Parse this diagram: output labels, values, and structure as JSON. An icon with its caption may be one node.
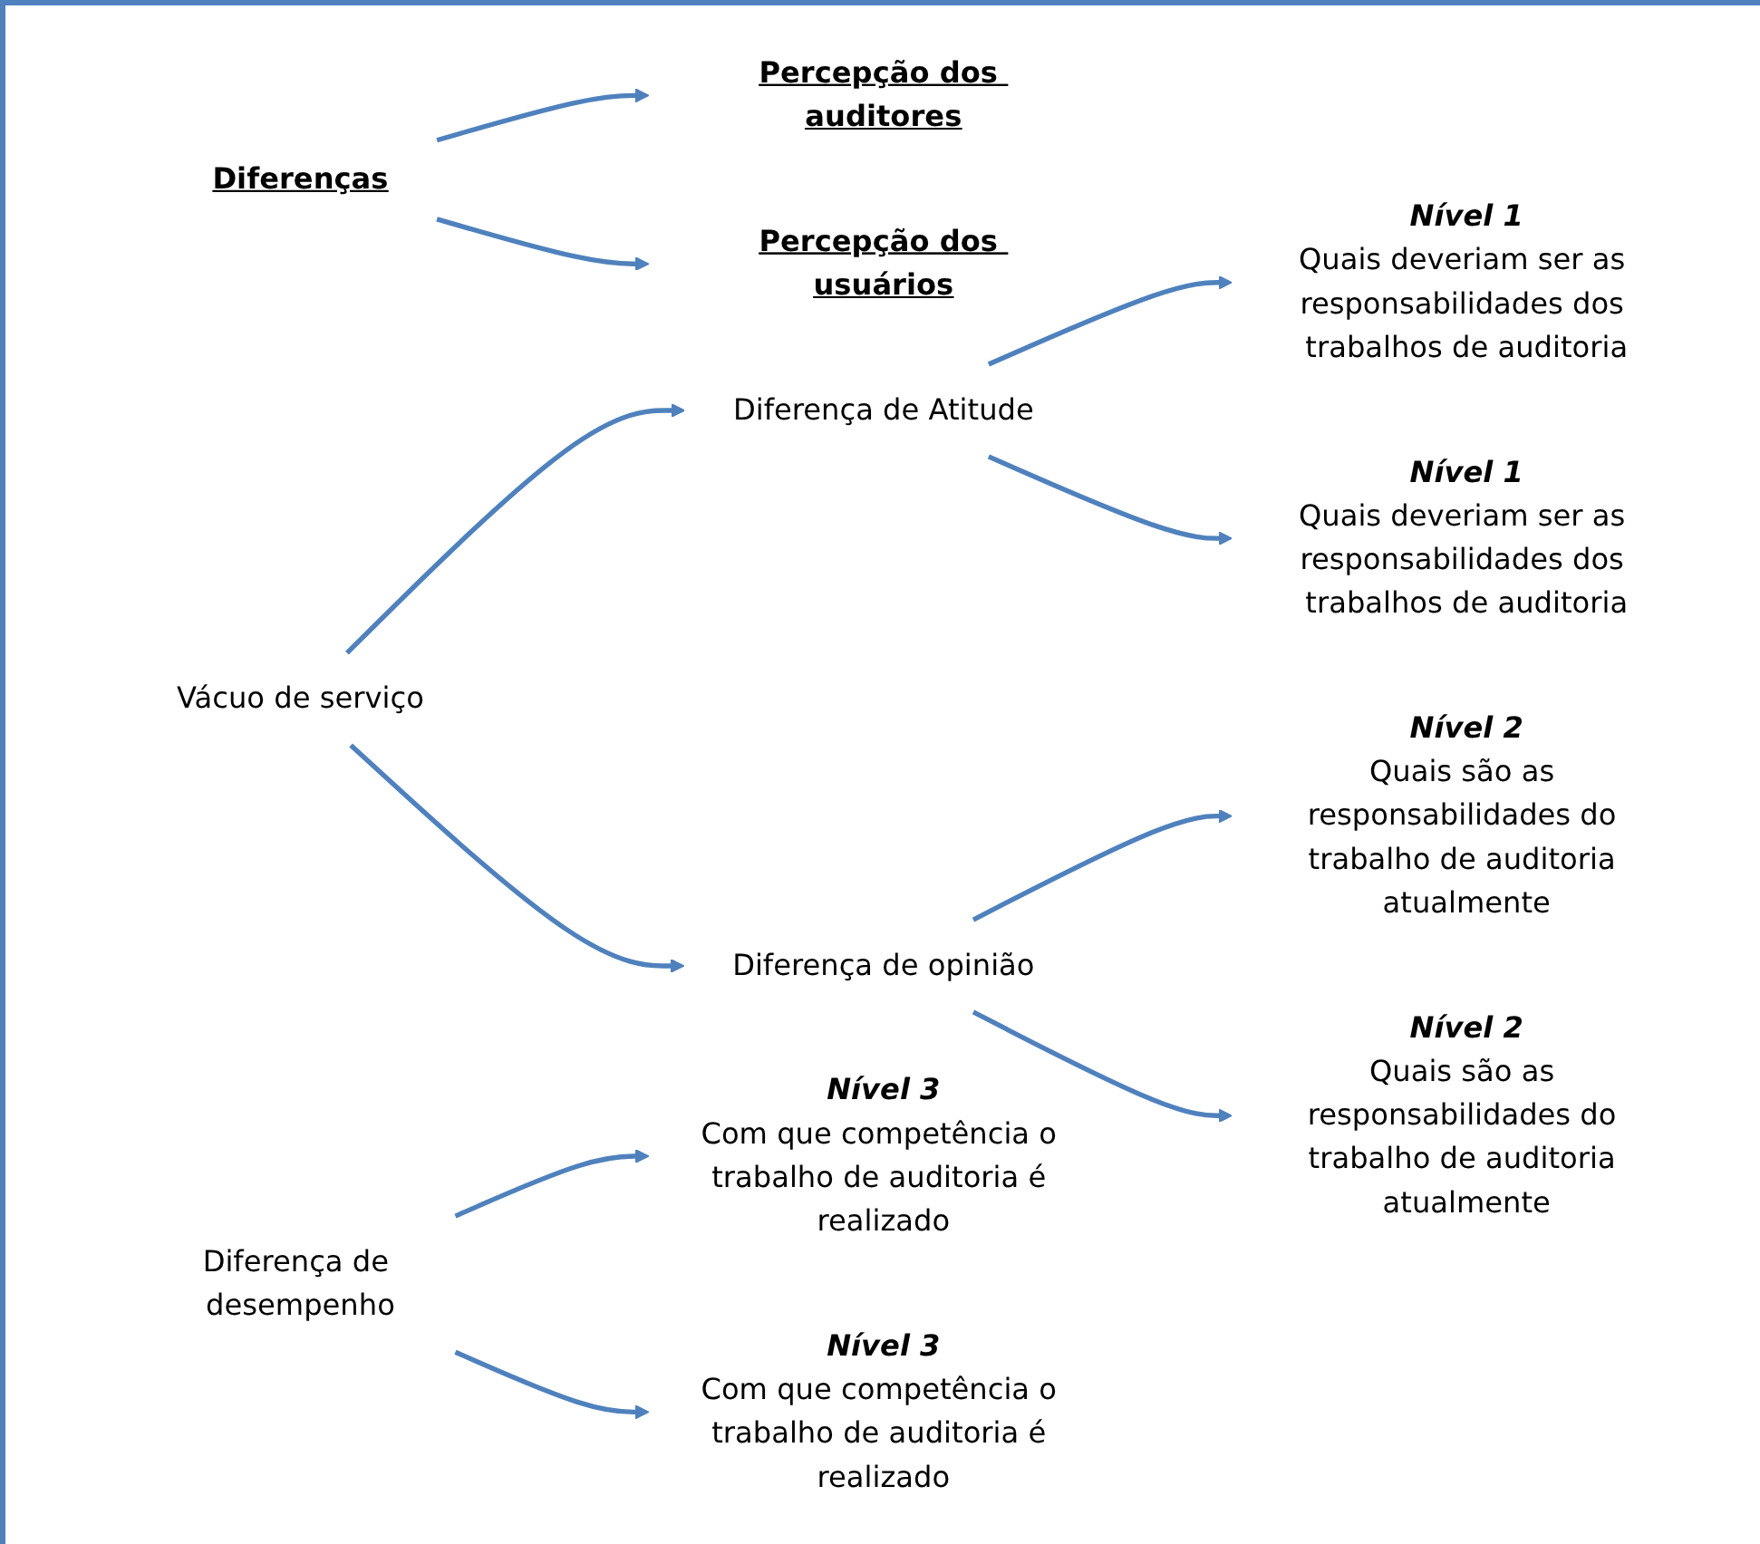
{
  "diagram": {
    "nodes": [
      {
        "text": [
          "Percepção dos auditores"
        ]
      },
      {
        "text": [
          "Diferenças"
        ]
      },
      {
        "text": [
          "Percepção dos usuários"
        ]
      },
      {
        "text": [
          "Nível 1",
          "Quais deveriam ser as responsabilidades dos trabalhos de auditoria"
        ]
      },
      {
        "text": [
          "Diferença de Atitude"
        ]
      },
      {
        "text": [
          "Nível 1",
          "Quais deveriam ser as responsabilidades dos trabalhos de auditoria"
        ]
      },
      {
        "text": [
          "Vácuo de serviço"
        ]
      },
      {
        "text": [
          "Nível 2",
          "Quais são as responsabilidades do trabalho de auditoria atualmente"
        ]
      },
      {
        "text": [
          "Diferença de opinião"
        ]
      },
      {
        "text": [
          "Nível 2",
          "Quais são as responsabilidades do trabalho de auditoria atualmente"
        ]
      },
      {
        "text": [
          "Nível 3",
          "Com que competência o trabalho de auditoria é realizado"
        ]
      },
      {
        "text": [
          "Diferença de desempenho"
        ]
      },
      {
        "text": [
          "Nível 3",
          "Com que competência o trabalho de auditoria é realizado"
        ]
      }
    ],
    "edges": [
      {
        "from": 1,
        "to": 0,
        "arrow": "to"
      },
      {
        "from": 1,
        "to": 2,
        "arrow": "to"
      },
      {
        "from": 4,
        "to": 3,
        "arrow": "to"
      },
      {
        "from": 4,
        "to": 5,
        "arrow": "to"
      },
      {
        "from": 6,
        "to": 4,
        "arrow": "to"
      },
      {
        "from": 6,
        "to": 8,
        "arrow": "to"
      },
      {
        "from": 8,
        "to": 7,
        "arrow": "to"
      },
      {
        "from": 8,
        "to": 9,
        "arrow": "to"
      },
      {
        "from": 11,
        "to": 10,
        "arrow": "to"
      },
      {
        "from": 11,
        "to": 12,
        "arrow": "to"
      }
    ]
  }
}
